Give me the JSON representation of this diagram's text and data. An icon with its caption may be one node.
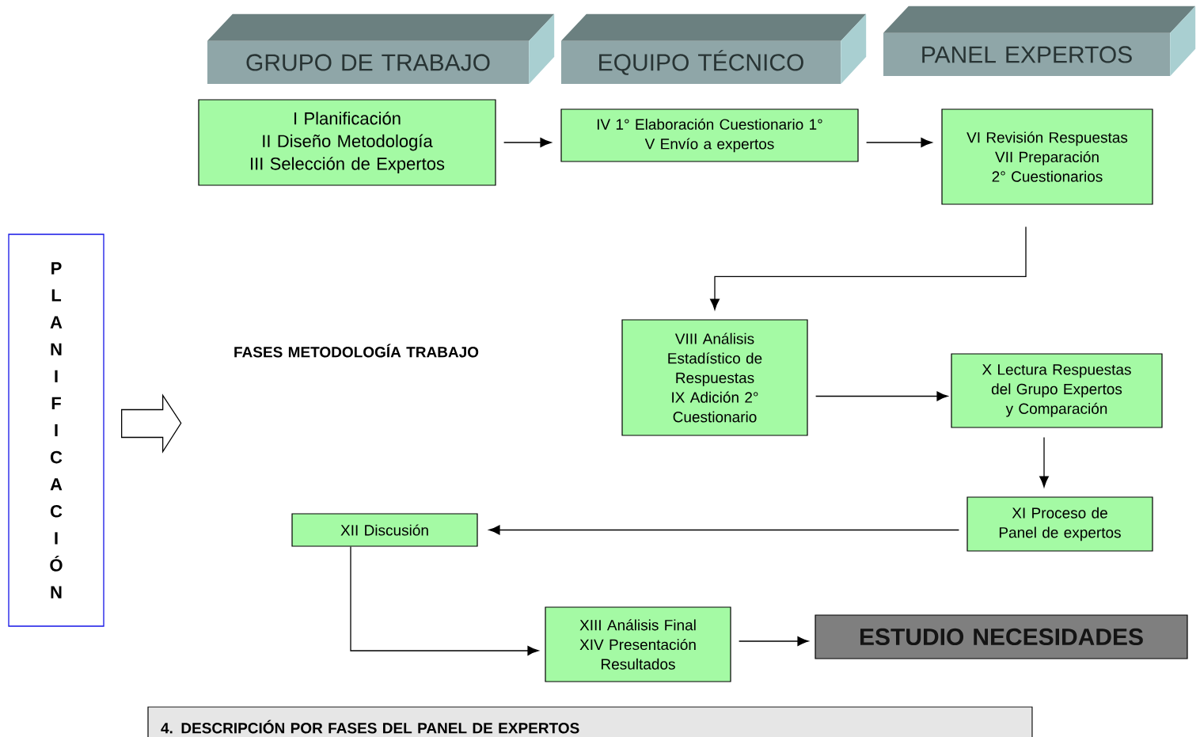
{
  "diagram": {
    "nodes": [
      {
        "text": [
          "GRUPO DE TRABAJO"
        ]
      },
      {
        "text": [
          "EQUIPO TÉCNICO"
        ]
      },
      {
        "text": [
          "PANEL EXPERTOS"
        ]
      },
      {
        "text": [
          "I Planificación",
          "II Diseño Metodología",
          "III Selección de Expertos"
        ]
      },
      {
        "text": [
          "IV 1° Elaboración Cuestionario 1°",
          "V  Envío a expertos"
        ]
      },
      {
        "text": [
          "VI Revisión Respuestas",
          "VII Preparación 2° Cuestionarios"
        ]
      },
      {
        "text": [
          "PLANIFICACIÓN"
        ]
      },
      {
        "text": [
          "FASES METODOLOGÍA TRABAJO"
        ]
      },
      {
        "text": [
          "VIII Análisis Estadístico de Respuestas",
          "IX Adición 2° Cuestionario"
        ]
      },
      {
        "text": [
          "X Lectura Respuestas del Grupo Expertos y Comparación"
        ]
      },
      {
        "text": [
          "XI Proceso de Panel de expertos"
        ]
      },
      {
        "text": [
          "XII Discusión"
        ]
      },
      {
        "text": [
          "XIII Análisis Final",
          "XIV Presentación Resultados"
        ]
      },
      {
        "text": [
          "ESTUDIO NECESIDADES"
        ]
      },
      {
        "text": [
          "4. DESCRIPCIÓN POR FASES DEL PANEL DE EXPERTOS"
        ]
      }
    ],
    "edges": [
      {
        "from": 3,
        "to": 4,
        "arrow": "to"
      },
      {
        "from": 4,
        "to": 5,
        "arrow": "to"
      },
      {
        "from": 5,
        "to": 8,
        "arrow": "to"
      },
      {
        "from": 8,
        "to": 9,
        "arrow": "to"
      },
      {
        "from": 9,
        "to": 10,
        "arrow": "to"
      },
      {
        "from": 10,
        "to": 11,
        "arrow": "to"
      },
      {
        "from": 11,
        "to": 12,
        "arrow": "to"
      },
      {
        "from": 12,
        "to": 13,
        "arrow": "to"
      },
      {
        "from": 6,
        "to": null,
        "arrow": "to",
        "style": "thick"
      }
    ]
  }
}
